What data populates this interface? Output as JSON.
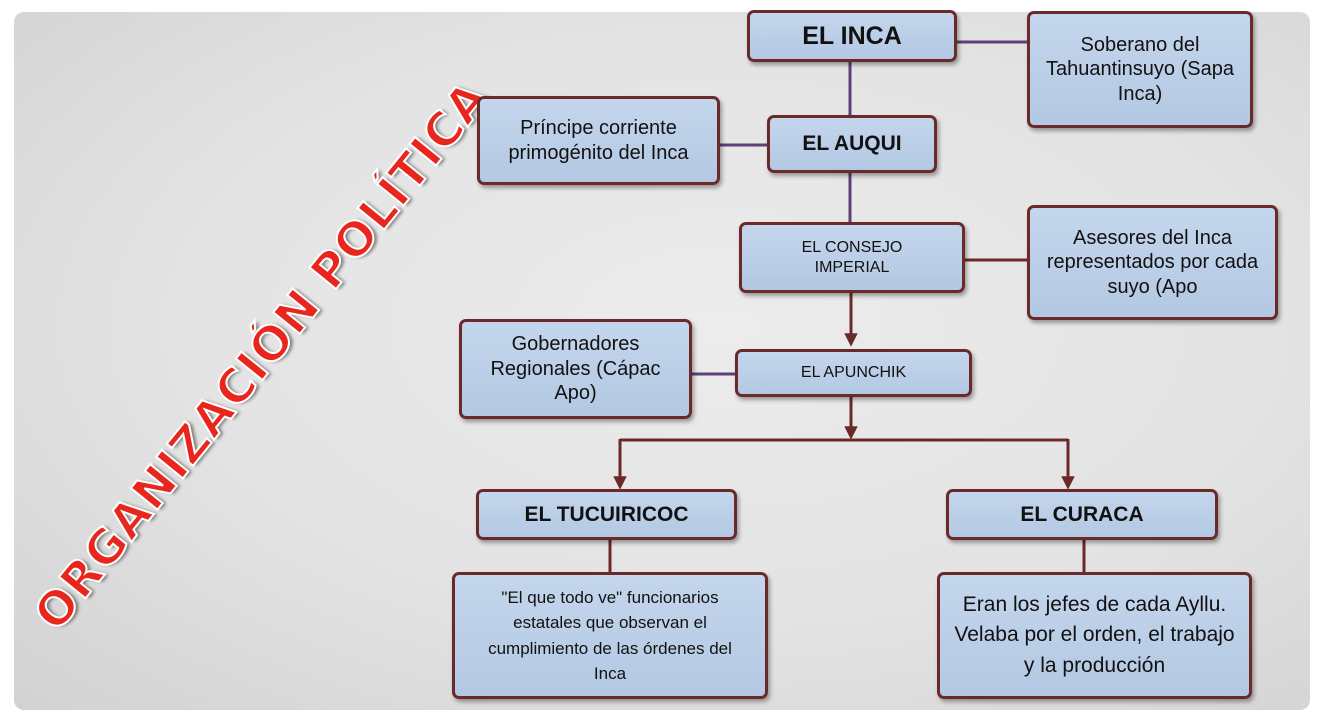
{
  "diagram": {
    "title": "ORGANIZACIÓN POLÍTICA",
    "nodes": {
      "inca": "EL INCA",
      "inca_desc": "Soberano del Tahuantinsuyo (Sapa Inca)",
      "auqui": "EL AUQUI",
      "auqui_desc": "Príncipe corriente primogénito del Inca",
      "consejo": "EL CONSEJO IMPERIAL",
      "consejo_desc": "Asesores del Inca representados por cada suyo (Apo",
      "apunchik": "EL APUNCHIK",
      "apunchik_desc": "Gobernadores Regionales (Cápac Apo)",
      "tucuiricoc": "EL TUCUIRICOC",
      "tucuiricoc_desc": "\"El que todo ve\" funcionarios estatales que observan el cumplimiento de las órdenes del Inca",
      "curaca": "EL CURACA",
      "curaca_desc": "Eran los jefes de cada Ayllu. Velaba por el orden, el trabajo y la producción"
    }
  },
  "colors": {
    "box_fill": "#b8cce4",
    "box_border": "#6b2a2a",
    "connector_purple": "#5e3f7a",
    "arrow_maroon": "#6b2a2a",
    "title_red": "#e8261d"
  }
}
